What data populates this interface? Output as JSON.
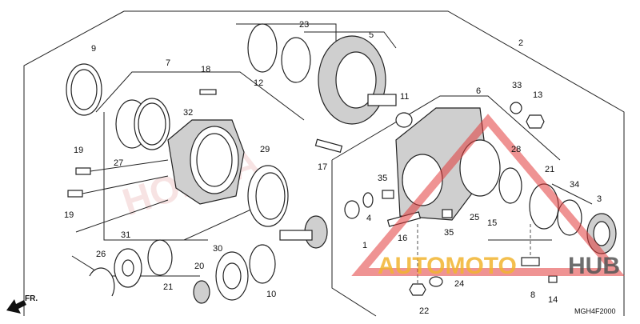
{
  "diagram": {
    "code": "MGH4F2000",
    "fr_label": "FR.",
    "watermark": {
      "text_a": "AUTOMOTO",
      "text_b": "HUB",
      "color_a": "#f2b530",
      "color_b": "#555555",
      "triangle_color": "#e23a3a"
    },
    "logo_watermark_text": "HONDA",
    "callouts": [
      "1",
      "2",
      "3",
      "4",
      "5",
      "6",
      "7",
      "8",
      "9",
      "10",
      "11",
      "12",
      "13",
      "14",
      "15",
      "16",
      "17",
      "18",
      "19",
      "19",
      "20",
      "21",
      "21",
      "22",
      "23",
      "24",
      "25",
      "26",
      "27",
      "28",
      "29",
      "30",
      "31",
      "32",
      "33",
      "34",
      "35",
      "35"
    ]
  }
}
